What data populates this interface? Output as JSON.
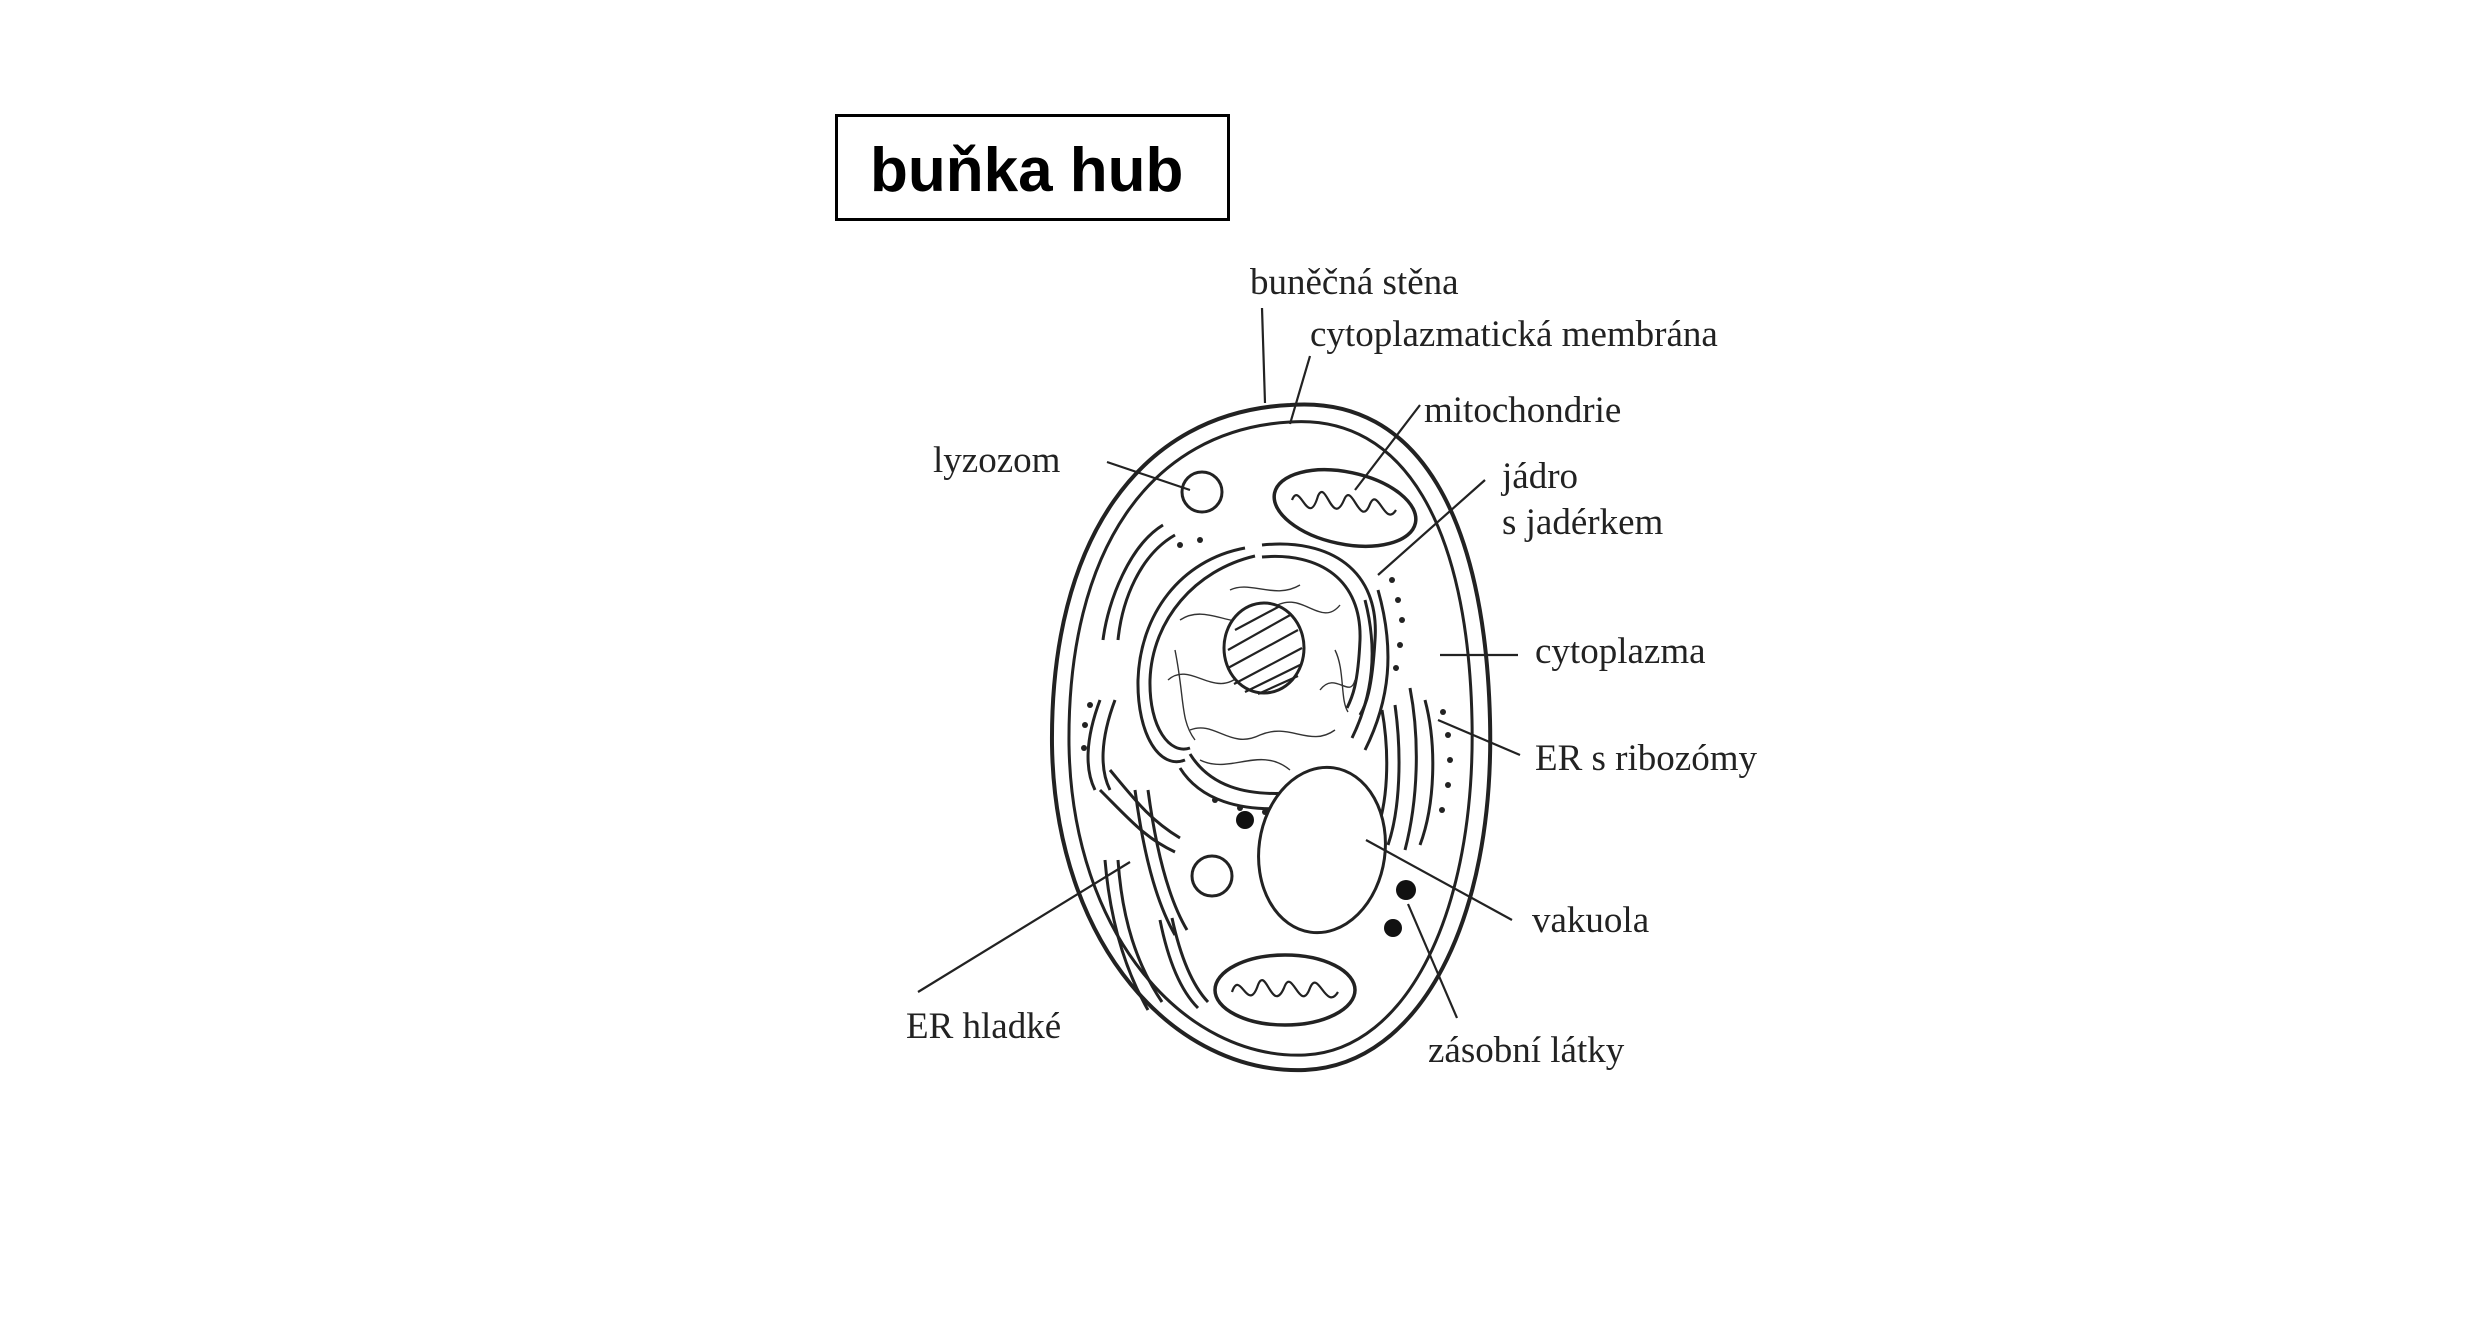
{
  "title": "buňka hub",
  "labels": {
    "cell_wall": "buněčná stěna",
    "cytoplasmic_membrane": "cytoplazmatická membrána",
    "mitochondria": "mitochondrie",
    "nucleus_line1": "jádro",
    "nucleus_line2": "s jadérkem",
    "lysosome": "lyzozom",
    "cytoplasm": "cytoplazma",
    "rough_er": "ER s ribozómy",
    "vacuole": "vakuola",
    "smooth_er": "ER hladké",
    "storage": "zásobní látky"
  }
}
